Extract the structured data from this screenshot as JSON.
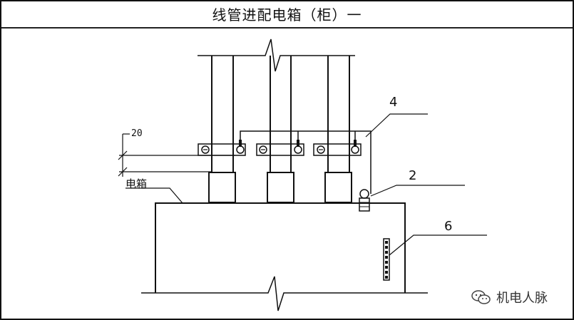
{
  "title": "线管进配电箱（柜）一",
  "labels": {
    "dimension": "20",
    "box": "电箱",
    "callout_4": "4",
    "callout_2": "2",
    "callout_6": "6"
  },
  "watermark": {
    "icon": "wechat-icon",
    "text": "机电人脉"
  },
  "colors": {
    "line": "#111111",
    "background": "#ffffff"
  }
}
